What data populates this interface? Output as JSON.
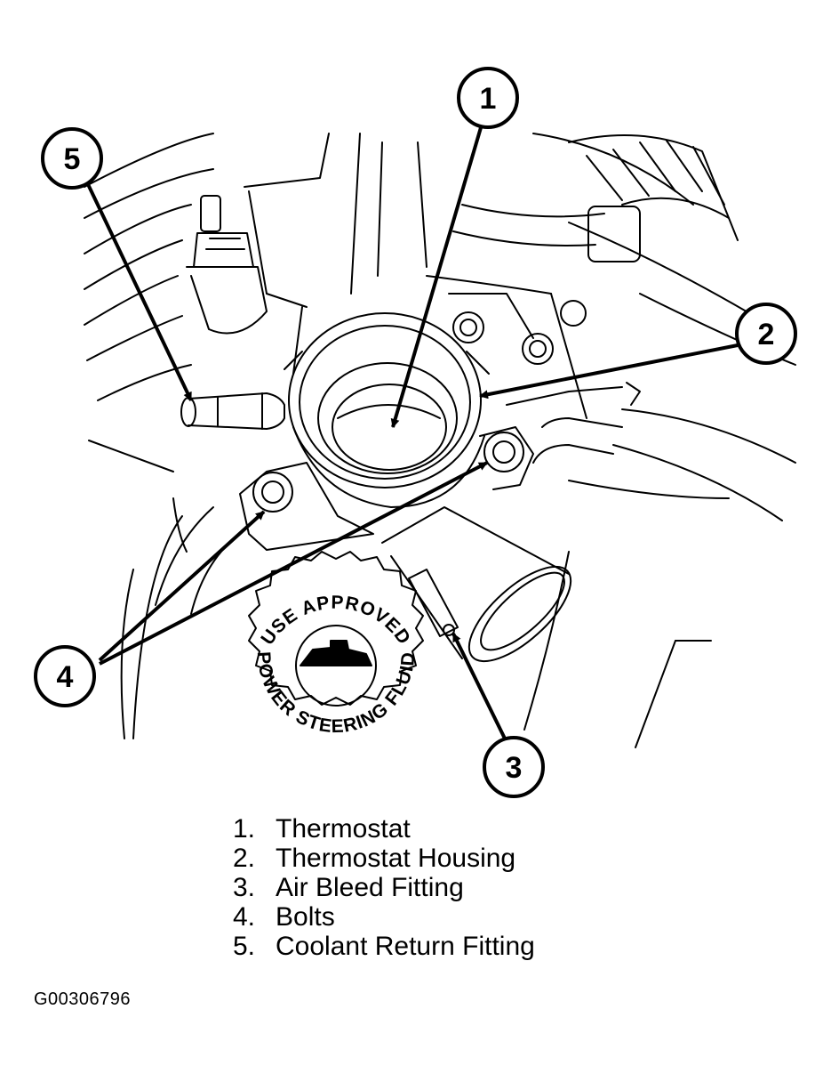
{
  "callouts": [
    {
      "number": "1",
      "label": "Thermostat"
    },
    {
      "number": "2",
      "label": "Thermostat Housing"
    },
    {
      "number": "3",
      "label": "Air Bleed Fitting"
    },
    {
      "number": "4",
      "label": "Bolts"
    },
    {
      "number": "5",
      "label": "Coolant Return Fitting"
    }
  ],
  "legend": [
    {
      "number": "1.",
      "label": "Thermostat"
    },
    {
      "number": "2.",
      "label": "Thermostat Housing"
    },
    {
      "number": "3.",
      "label": "Air Bleed Fitting"
    },
    {
      "number": "4.",
      "label": "Bolts"
    },
    {
      "number": "5.",
      "label": "Coolant Return Fitting"
    }
  ],
  "cap_text": {
    "top": "USE APPROVED",
    "bottom": "POWER STEERING FLUID"
  },
  "figure_id": "G00306796"
}
